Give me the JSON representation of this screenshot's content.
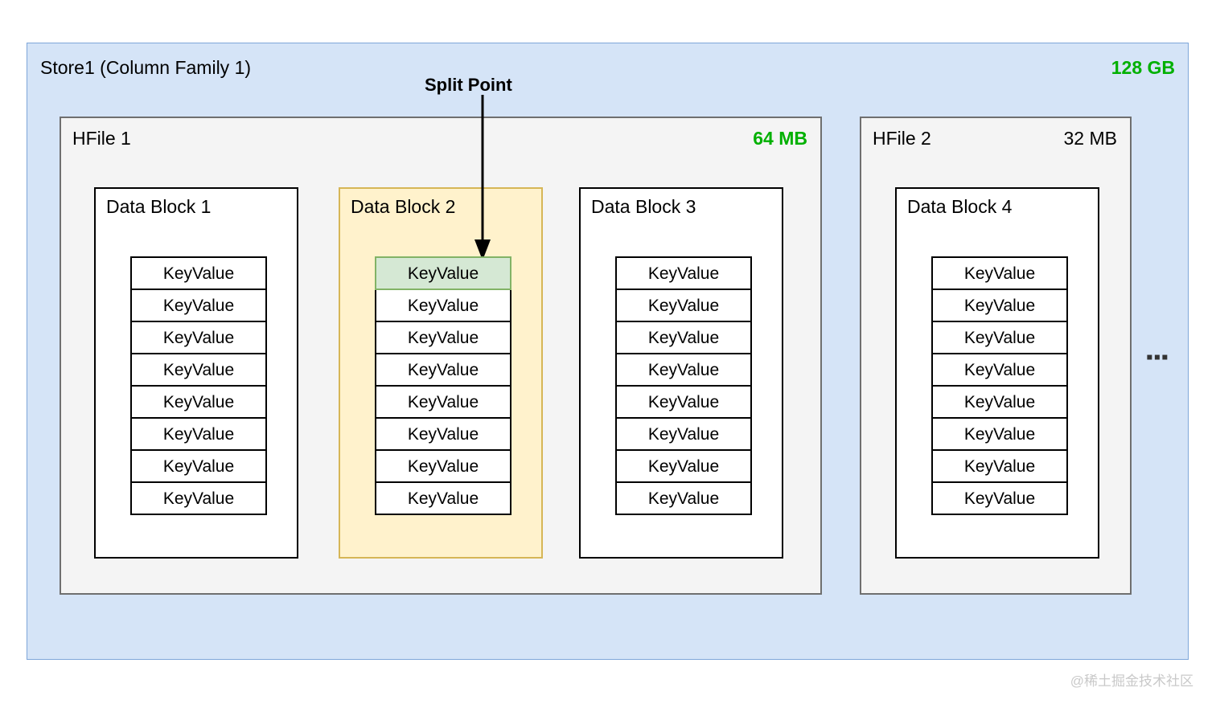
{
  "store": {
    "title": "Store1 (Column Family 1)",
    "size": "128 GB",
    "size_color": "#00b000",
    "fill_color": "#d5e4f7",
    "border_color": "#7ea6d9"
  },
  "annotation": {
    "split_point_label": "Split Point",
    "arrow_color": "#000000"
  },
  "ellipsis": "▪▪▪",
  "watermark": "@稀土掘金技术社区",
  "hfiles": [
    {
      "title": "HFile 1",
      "size": "64 MB",
      "size_style": "green",
      "blocks": [
        {
          "title": "Data Block 1",
          "highlighted": false,
          "fill_color": "#ffffff",
          "border_color": "#000000",
          "keyvalues": [
            {
              "label": "KeyValue",
              "highlighted": false
            },
            {
              "label": "KeyValue",
              "highlighted": false
            },
            {
              "label": "KeyValue",
              "highlighted": false
            },
            {
              "label": "KeyValue",
              "highlighted": false
            },
            {
              "label": "KeyValue",
              "highlighted": false
            },
            {
              "label": "KeyValue",
              "highlighted": false
            },
            {
              "label": "KeyValue",
              "highlighted": false
            },
            {
              "label": "KeyValue",
              "highlighted": false
            }
          ]
        },
        {
          "title": "Data Block 2",
          "highlighted": true,
          "fill_color": "#fff2cc",
          "border_color": "#d6b656",
          "keyvalues": [
            {
              "label": "KeyValue",
              "highlighted": true
            },
            {
              "label": "KeyValue",
              "highlighted": false
            },
            {
              "label": "KeyValue",
              "highlighted": false
            },
            {
              "label": "KeyValue",
              "highlighted": false
            },
            {
              "label": "KeyValue",
              "highlighted": false
            },
            {
              "label": "KeyValue",
              "highlighted": false
            },
            {
              "label": "KeyValue",
              "highlighted": false
            },
            {
              "label": "KeyValue",
              "highlighted": false
            }
          ]
        },
        {
          "title": "Data Block 3",
          "highlighted": false,
          "fill_color": "#ffffff",
          "border_color": "#000000",
          "keyvalues": [
            {
              "label": "KeyValue",
              "highlighted": false
            },
            {
              "label": "KeyValue",
              "highlighted": false
            },
            {
              "label": "KeyValue",
              "highlighted": false
            },
            {
              "label": "KeyValue",
              "highlighted": false
            },
            {
              "label": "KeyValue",
              "highlighted": false
            },
            {
              "label": "KeyValue",
              "highlighted": false
            },
            {
              "label": "KeyValue",
              "highlighted": false
            },
            {
              "label": "KeyValue",
              "highlighted": false
            }
          ]
        }
      ]
    },
    {
      "title": "HFile 2",
      "size": "32 MB",
      "size_style": "plain",
      "blocks": [
        {
          "title": "Data Block 4",
          "highlighted": false,
          "fill_color": "#ffffff",
          "border_color": "#000000",
          "keyvalues": [
            {
              "label": "KeyValue",
              "highlighted": false
            },
            {
              "label": "KeyValue",
              "highlighted": false
            },
            {
              "label": "KeyValue",
              "highlighted": false
            },
            {
              "label": "KeyValue",
              "highlighted": false
            },
            {
              "label": "KeyValue",
              "highlighted": false
            },
            {
              "label": "KeyValue",
              "highlighted": false
            },
            {
              "label": "KeyValue",
              "highlighted": false
            },
            {
              "label": "KeyValue",
              "highlighted": false
            }
          ]
        }
      ]
    }
  ],
  "highlight_colors": {
    "keyvalue_green_fill": "#d5e8d4",
    "keyvalue_green_border": "#82b366"
  }
}
